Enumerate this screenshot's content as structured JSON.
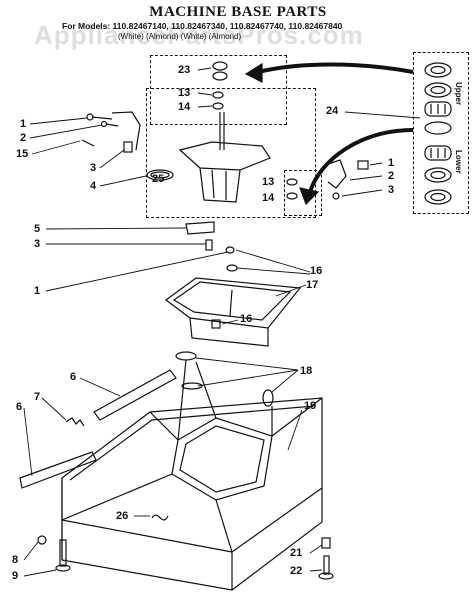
{
  "header": {
    "title": "MACHINE BASE PARTS",
    "models": "For Models: 110.82467140, 110.82467340, 110.82467740, 110.82467840",
    "colors": "(White)    (Almond)    (White)    (Almond)",
    "watermark": "AppliancePartsPros.com"
  },
  "box_labels": {
    "upper": "Upper",
    "lower": "Lower"
  },
  "callouts": {
    "c23": "23",
    "c13a": "13",
    "c14a": "14",
    "c24": "24",
    "c1a": "1",
    "c2a": "2",
    "c15": "15",
    "c3a": "3",
    "c4": "4",
    "c25": "25",
    "c1b": "1",
    "c2b": "2",
    "c3b": "3",
    "c13b": "13",
    "c14b": "14",
    "c5": "5",
    "c3c": "3",
    "c1c": "1",
    "c16a": "16",
    "c17": "17",
    "c16b": "16",
    "c6a": "6",
    "c6b": "6",
    "c7": "7",
    "c18": "18",
    "c19": "19",
    "c26": "26",
    "c8": "8",
    "c9": "9",
    "c21": "21",
    "c22": "22"
  }
}
